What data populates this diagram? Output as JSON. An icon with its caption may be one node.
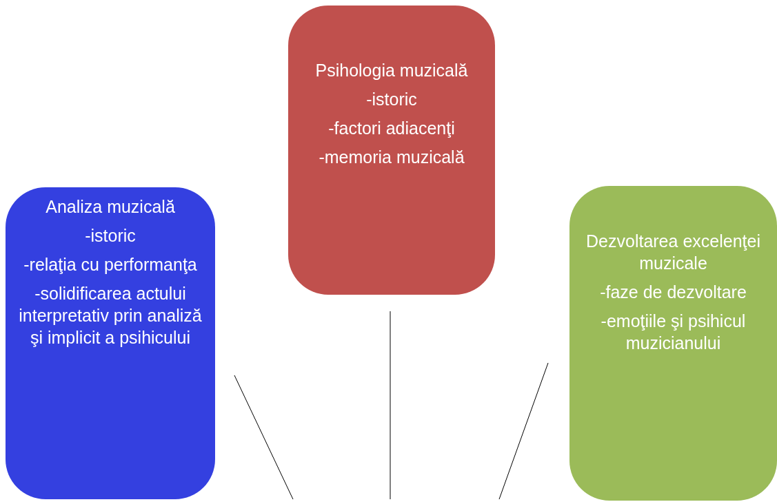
{
  "diagram": {
    "nodes": [
      {
        "text": [
          "Psihologia muzicală",
          "-istoric",
          "-factori adiacenţi",
          "-memoria muzicală"
        ]
      },
      {
        "text": [
          "Analiza muzicală",
          "-istoric",
          "-relaţia cu performanţa",
          "-solidificarea actului interpretativ prin analiză şi implicit a psihicului"
        ]
      },
      {
        "text": [
          "Dezvoltarea excelenţei muzicale",
          "-faze de dezvoltare",
          "-emoţiile şi psihicul muzicianului"
        ]
      }
    ],
    "edges": [
      {
        "from": null,
        "to": 1,
        "arrow": "none"
      },
      {
        "from": null,
        "to": 0,
        "arrow": "none"
      },
      {
        "from": null,
        "to": 2,
        "arrow": "none"
      }
    ]
  }
}
